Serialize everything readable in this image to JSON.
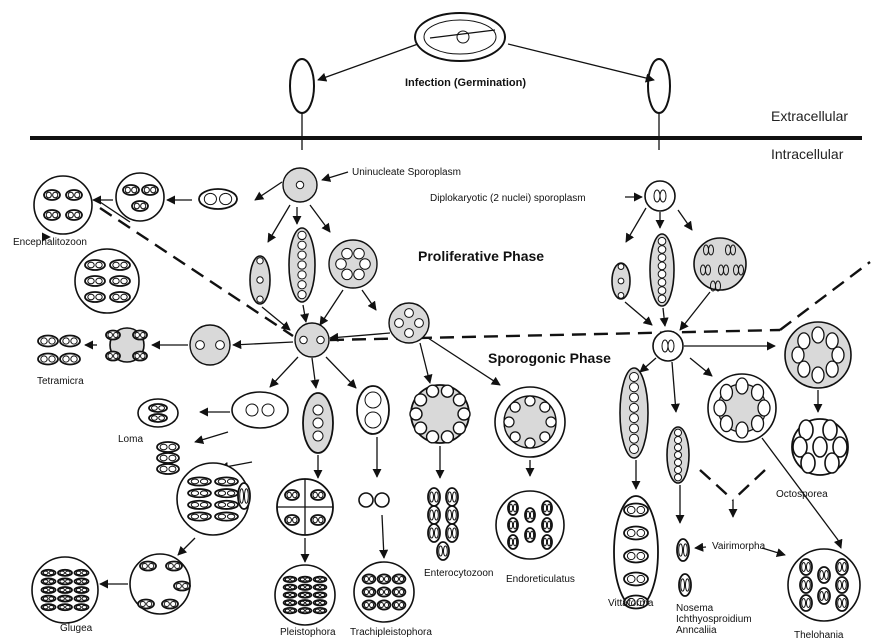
{
  "title": "Infection (Germination)",
  "regions": {
    "extracellular": "Extracellular",
    "intracellular": "Intracellular"
  },
  "sporoplasms": {
    "uninucleate": "Uninucleate Sporoplasm",
    "diplokaryotic": "Diplokaryotic (2 nuclei) sporoplasm"
  },
  "phases": {
    "proliferative": "Proliferative Phase",
    "sporogonic": "Sporogonic Phase"
  },
  "genera": {
    "encephalitozoon": "Encephalitozoon",
    "tetramicra": "Tetramicra",
    "loma": "Loma",
    "glugea": "Glugea",
    "pleistophora": "Pleistophora",
    "trachipleistophora": "Trachipleistophora",
    "enterocytozoon": "Enterocytozoon",
    "endoreticulatus": "Endoreticulatus",
    "vittaforma": "Vittaforma",
    "nosema_group": [
      "Nosema",
      "Ichthyosproidium",
      "Anncaliia"
    ],
    "vairimorpha": "Vairimorpha",
    "octosporea": "Octosporea",
    "thelohania": "Thelohania"
  },
  "colors": {
    "ink": "#111111",
    "cytoplasm": "#d9d9d9",
    "background": "#ffffff"
  }
}
